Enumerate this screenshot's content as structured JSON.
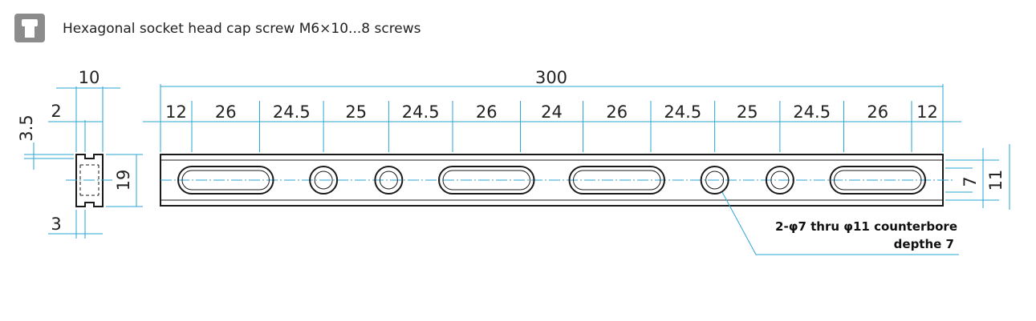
{
  "header": {
    "icon": "socket-screw-icon",
    "caption": "Hexagonal socket head cap screw M6×10...8 screws"
  },
  "front": {
    "overall": "300",
    "segments": [
      "12",
      "26",
      "24.5",
      "25",
      "24.5",
      "26",
      "24",
      "26",
      "24.5",
      "25",
      "24.5",
      "26",
      "12"
    ],
    "slot_height": "7",
    "rail_height": "11"
  },
  "side": {
    "width": "10",
    "top_width": "2",
    "top_depth": "3.5",
    "height": "19",
    "bottom_width": "3"
  },
  "note": {
    "line1": "2-φ7 thru φ11 counterbore",
    "line2": "depthe 7"
  },
  "colors": {
    "dimension": "#2aa6d6",
    "part": "#1a1a1a",
    "icon": "#8c8c8c"
  }
}
